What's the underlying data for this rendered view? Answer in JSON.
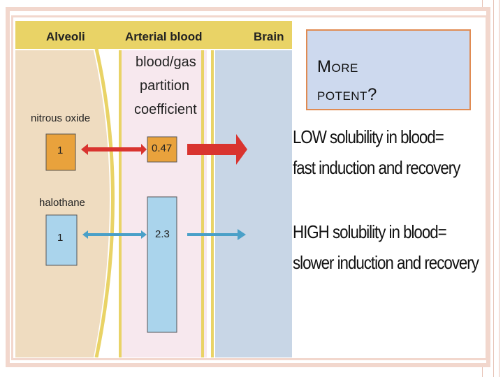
{
  "diagram": {
    "header": {
      "alveoli": "Alveoli",
      "arterial": "Arterial blood",
      "brain": "Brain"
    },
    "partition_label": [
      "blood/gas",
      "partition",
      "coefficient"
    ],
    "nitrous": {
      "name": "nitrous oxide",
      "alveoli_value": "1",
      "blood_value": "0.47"
    },
    "halothane": {
      "name": "halothane",
      "alveoli_value": "1",
      "blood_value": "2.3"
    },
    "colors": {
      "alveoli_bg": "#efdcc0",
      "blood_bg": "#f7e8ee",
      "brain_bg": "#c8d6e6",
      "membrane": "#e9d366",
      "nitrous_box": "#e9a23c",
      "halothane_box": "#aad4ec",
      "nitrous_arrow": "#d9342f",
      "halothane_arrow": "#4aa0c8"
    }
  },
  "callout": {
    "line1": "More",
    "line2": "potent?"
  },
  "notes": {
    "low_line1": "LOW solubility in blood=",
    "low_line2": "fast induction and recovery",
    "high_line1": "HIGH solubility in blood=",
    "high_line2": "slower induction and recovery"
  }
}
